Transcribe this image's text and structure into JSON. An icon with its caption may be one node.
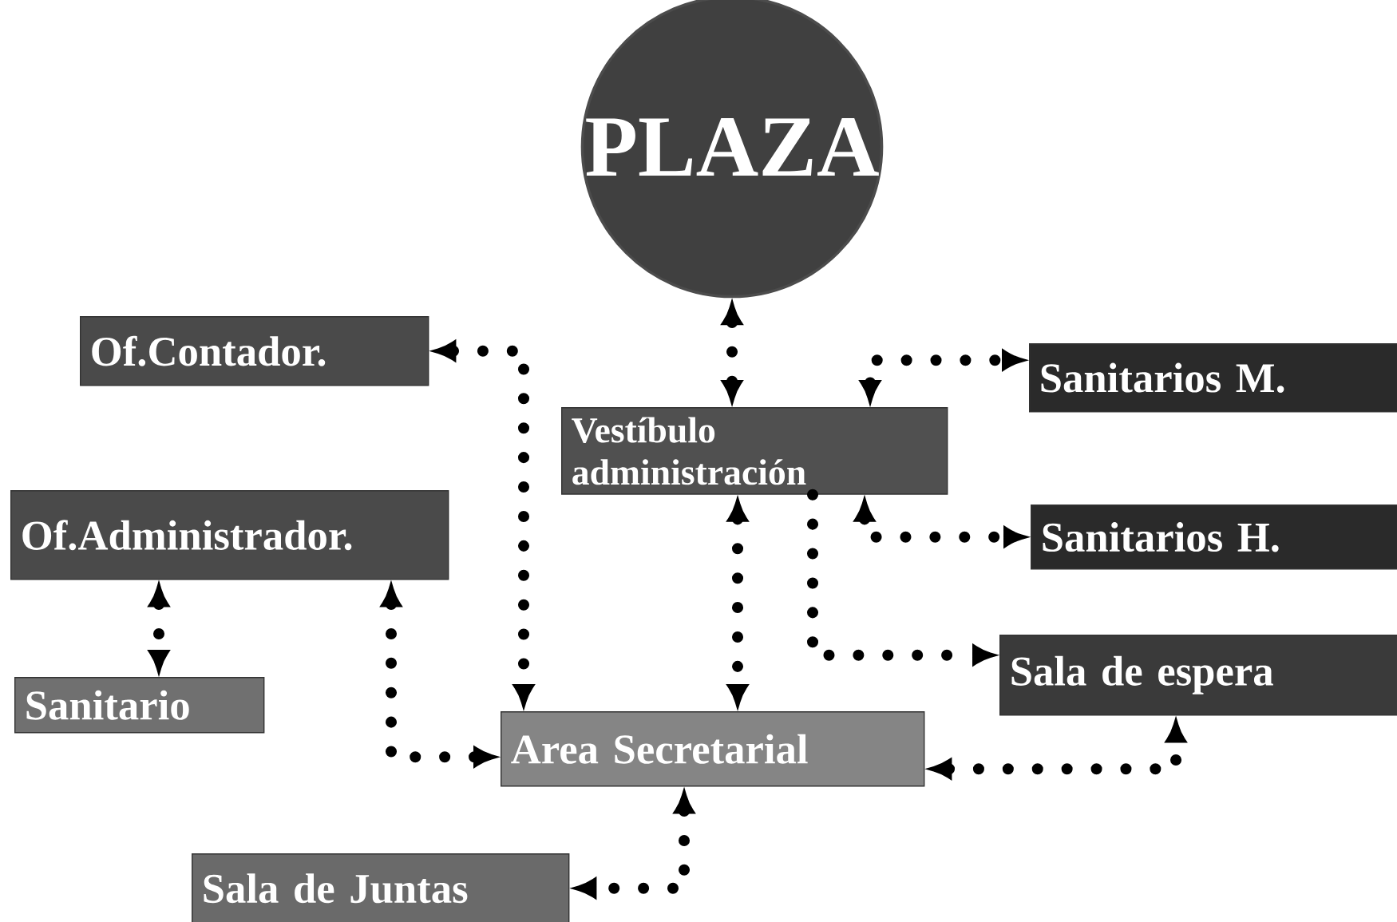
{
  "diagram": {
    "nodes": [
      {
        "text": [
          "PLAZA"
        ]
      },
      {
        "text": [
          "Of.Contador."
        ]
      },
      {
        "text": [
          "Vestíbulo administración"
        ]
      },
      {
        "text": [
          "Sanitarios M."
        ]
      },
      {
        "text": [
          "Of.Administrador."
        ]
      },
      {
        "text": [
          "Sanitarios H."
        ]
      },
      {
        "text": [
          "Sanitario"
        ]
      },
      {
        "text": [
          "Sala de espera"
        ]
      },
      {
        "text": [
          "Area Secretarial"
        ]
      },
      {
        "text": [
          "Sala de Juntas"
        ]
      }
    ],
    "edges": [
      {
        "from": 0,
        "to": 2,
        "arrow": "both"
      },
      {
        "from": 1,
        "to": 8,
        "arrow": "both"
      },
      {
        "from": 2,
        "to": 3,
        "arrow": "both"
      },
      {
        "from": 2,
        "to": 5,
        "arrow": "both"
      },
      {
        "from": 2,
        "to": 7,
        "arrow": "to"
      },
      {
        "from": 2,
        "to": 8,
        "arrow": "both"
      },
      {
        "from": 4,
        "to": 6,
        "arrow": "both"
      },
      {
        "from": 4,
        "to": 8,
        "arrow": "both"
      },
      {
        "from": 8,
        "to": 7,
        "arrow": "both"
      },
      {
        "from": 8,
        "to": 9,
        "arrow": "both"
      }
    ]
  }
}
